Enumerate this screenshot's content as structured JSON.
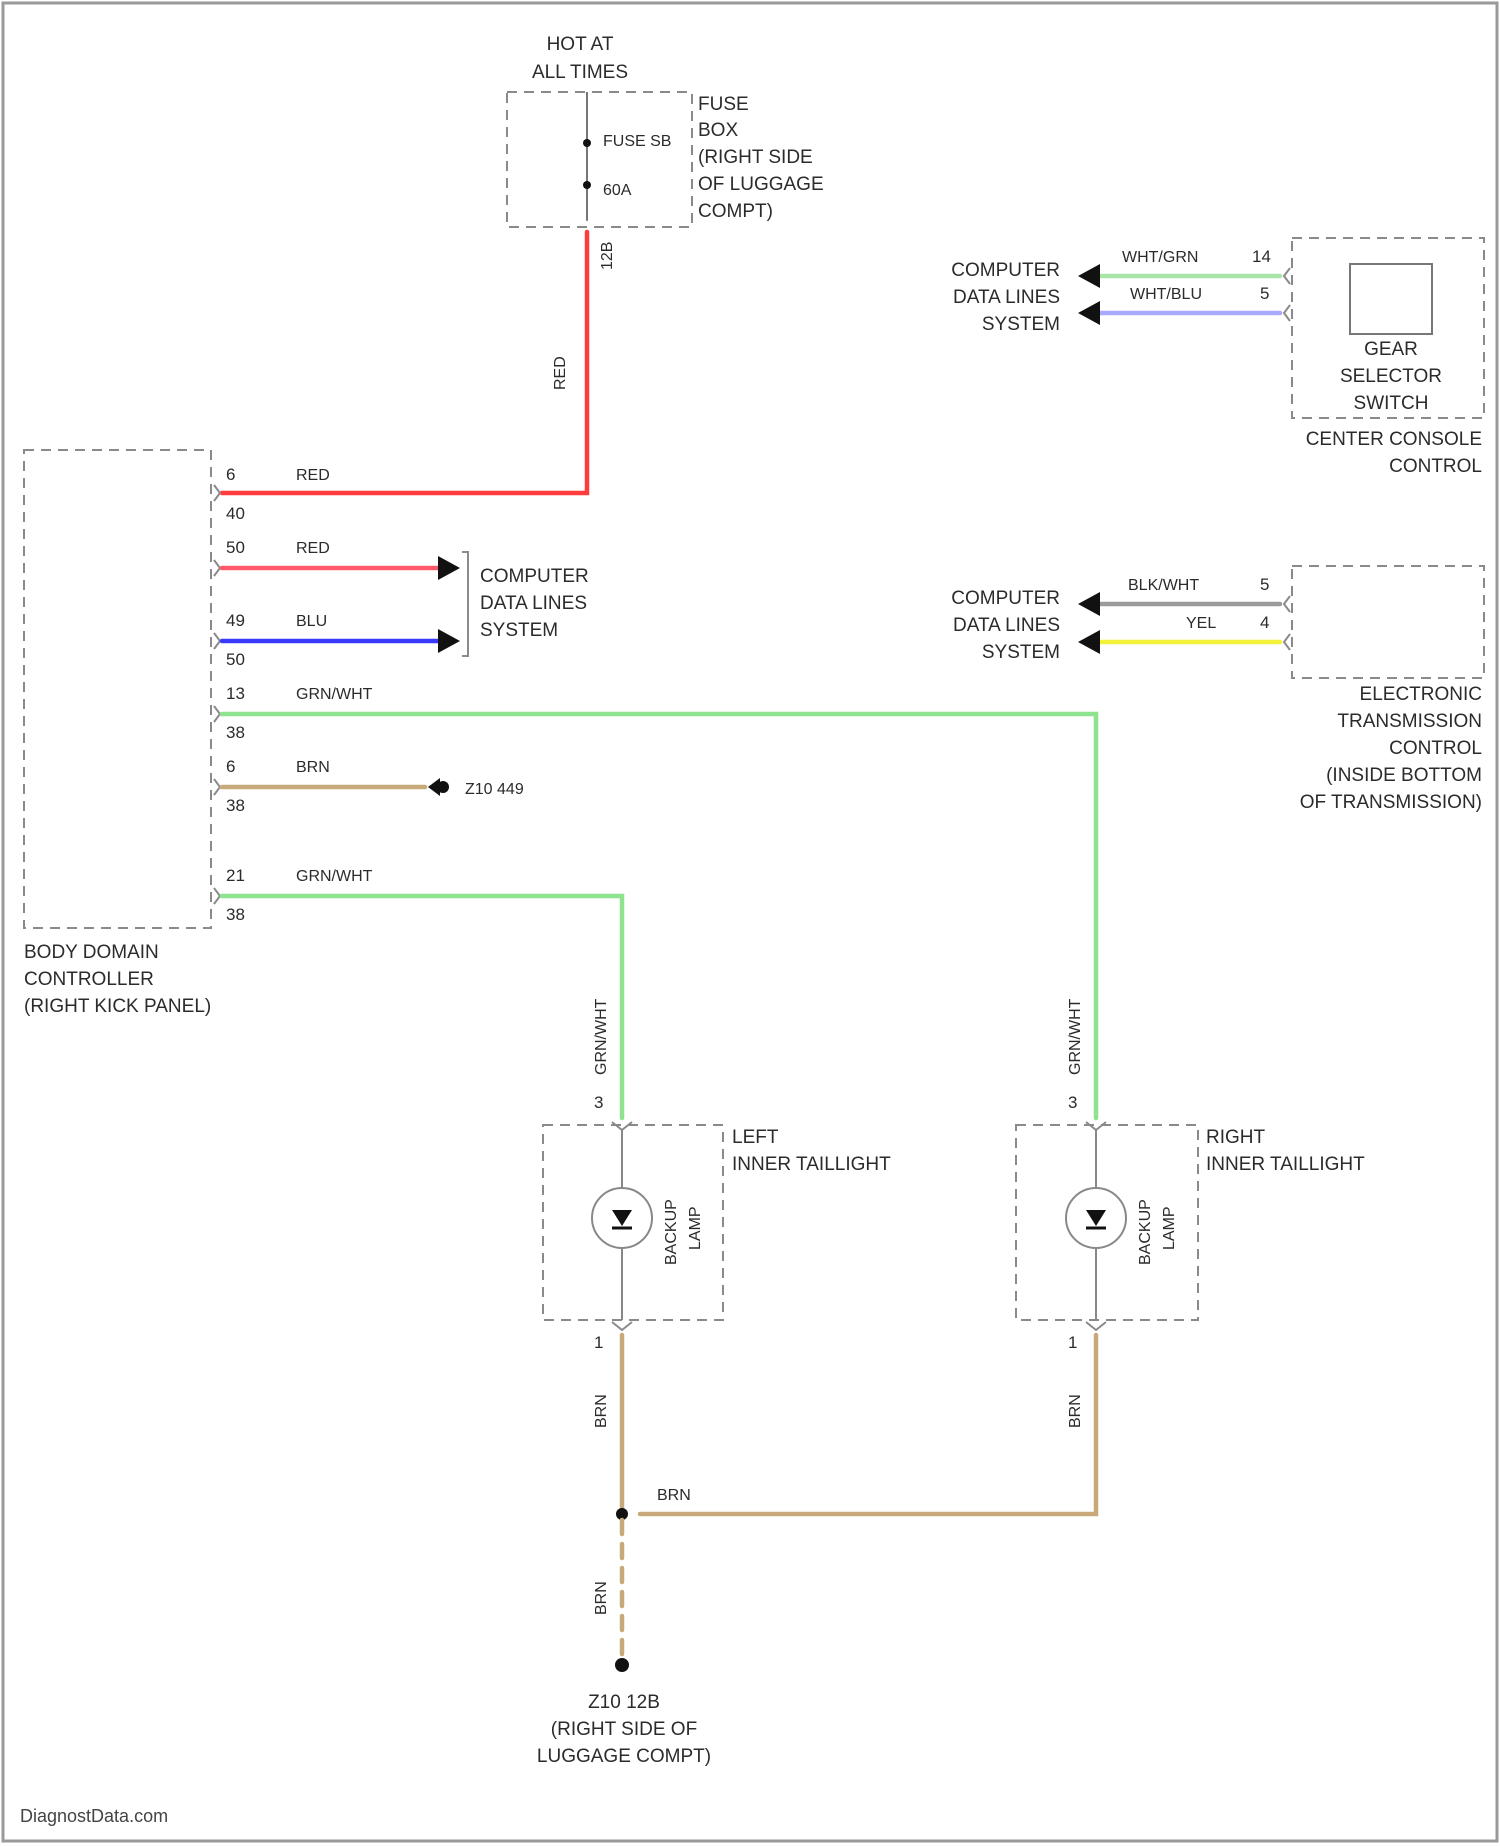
{
  "power": {
    "hot_line1": "HOT AT",
    "hot_line2": "ALL TIMES"
  },
  "fuse_box": {
    "fuse_label": "FUSE SB",
    "fuse_rating": "60A",
    "title_lines": [
      "FUSE",
      "BOX",
      "(RIGHT SIDE",
      "OF LUGGAGE",
      "COMPT)"
    ],
    "out_pin": "12B",
    "wire_color": "RED"
  },
  "bdc": {
    "title_lines": [
      "BODY DOMAIN",
      "CONTROLLER",
      "(RIGHT KICK PANEL)"
    ],
    "pins": [
      {
        "pin": "6",
        "conn": "40",
        "wire": "RED"
      },
      {
        "pin": "50",
        "conn": "",
        "wire": "RED"
      },
      {
        "pin": "49",
        "conn": "50",
        "wire": "BLU"
      },
      {
        "pin": "13",
        "conn": "38",
        "wire": "GRN/WHT"
      },
      {
        "pin": "6",
        "conn": "38",
        "wire": "BRN"
      },
      {
        "pin": "21",
        "conn": "38",
        "wire": "GRN/WHT"
      }
    ]
  },
  "bdc_data_lines": [
    "COMPUTER",
    "DATA LINES",
    "SYSTEM"
  ],
  "ground_bdc": "Z10 449",
  "gear_selector": {
    "title_lines": [
      "GEAR",
      "SELECTOR",
      "SWITCH"
    ],
    "sub_lines": [
      "CENTER CONSOLE",
      "CONTROL"
    ],
    "wires": [
      {
        "color": "WHT/GRN",
        "pin": "14"
      },
      {
        "color": "WHT/BLU",
        "pin": "5"
      }
    ],
    "data_lines": [
      "COMPUTER",
      "DATA LINES",
      "SYSTEM"
    ]
  },
  "etc": {
    "title_lines": [
      "ELECTRONIC",
      "TRANSMISSION",
      "CONTROL",
      "(INSIDE BOTTOM",
      "OF TRANSMISSION)"
    ],
    "wires": [
      {
        "color": "BLK/WHT",
        "pin": "5"
      },
      {
        "color": "YEL",
        "pin": "4"
      }
    ],
    "data_lines": [
      "COMPUTER",
      "DATA LINES",
      "SYSTEM"
    ]
  },
  "left_tail": {
    "title_lines": [
      "LEFT",
      "INNER TAILLIGHT"
    ],
    "lamp_lines": [
      "BACKUP",
      "LAMP"
    ],
    "in_pin": "3",
    "out_pin": "1",
    "in_wire": "GRN/WHT",
    "out_wire": "BRN"
  },
  "right_tail": {
    "title_lines": [
      "RIGHT",
      "INNER TAILLIGHT"
    ],
    "lamp_lines": [
      "BACKUP",
      "LAMP"
    ],
    "in_pin": "3",
    "out_pin": "1",
    "in_wire": "GRN/WHT",
    "out_wire": "BRN"
  },
  "splice_wire": "BRN",
  "ground_wire": "BRN",
  "ground": {
    "lines": [
      "Z10 12B",
      "(RIGHT SIDE OF",
      "LUGGAGE COMPT)"
    ]
  },
  "footer": {
    "watermark": "DiagnostData.com"
  },
  "colors": {
    "red": "#ff3b3b",
    "blue": "#3a3aff",
    "green": "#8fe38f",
    "brown": "#c8a97a",
    "gray": "#9a9a9a",
    "yellow": "#f2f23a",
    "lightblue": "#a9a9ff",
    "lightgreen": "#a8e6a8"
  }
}
